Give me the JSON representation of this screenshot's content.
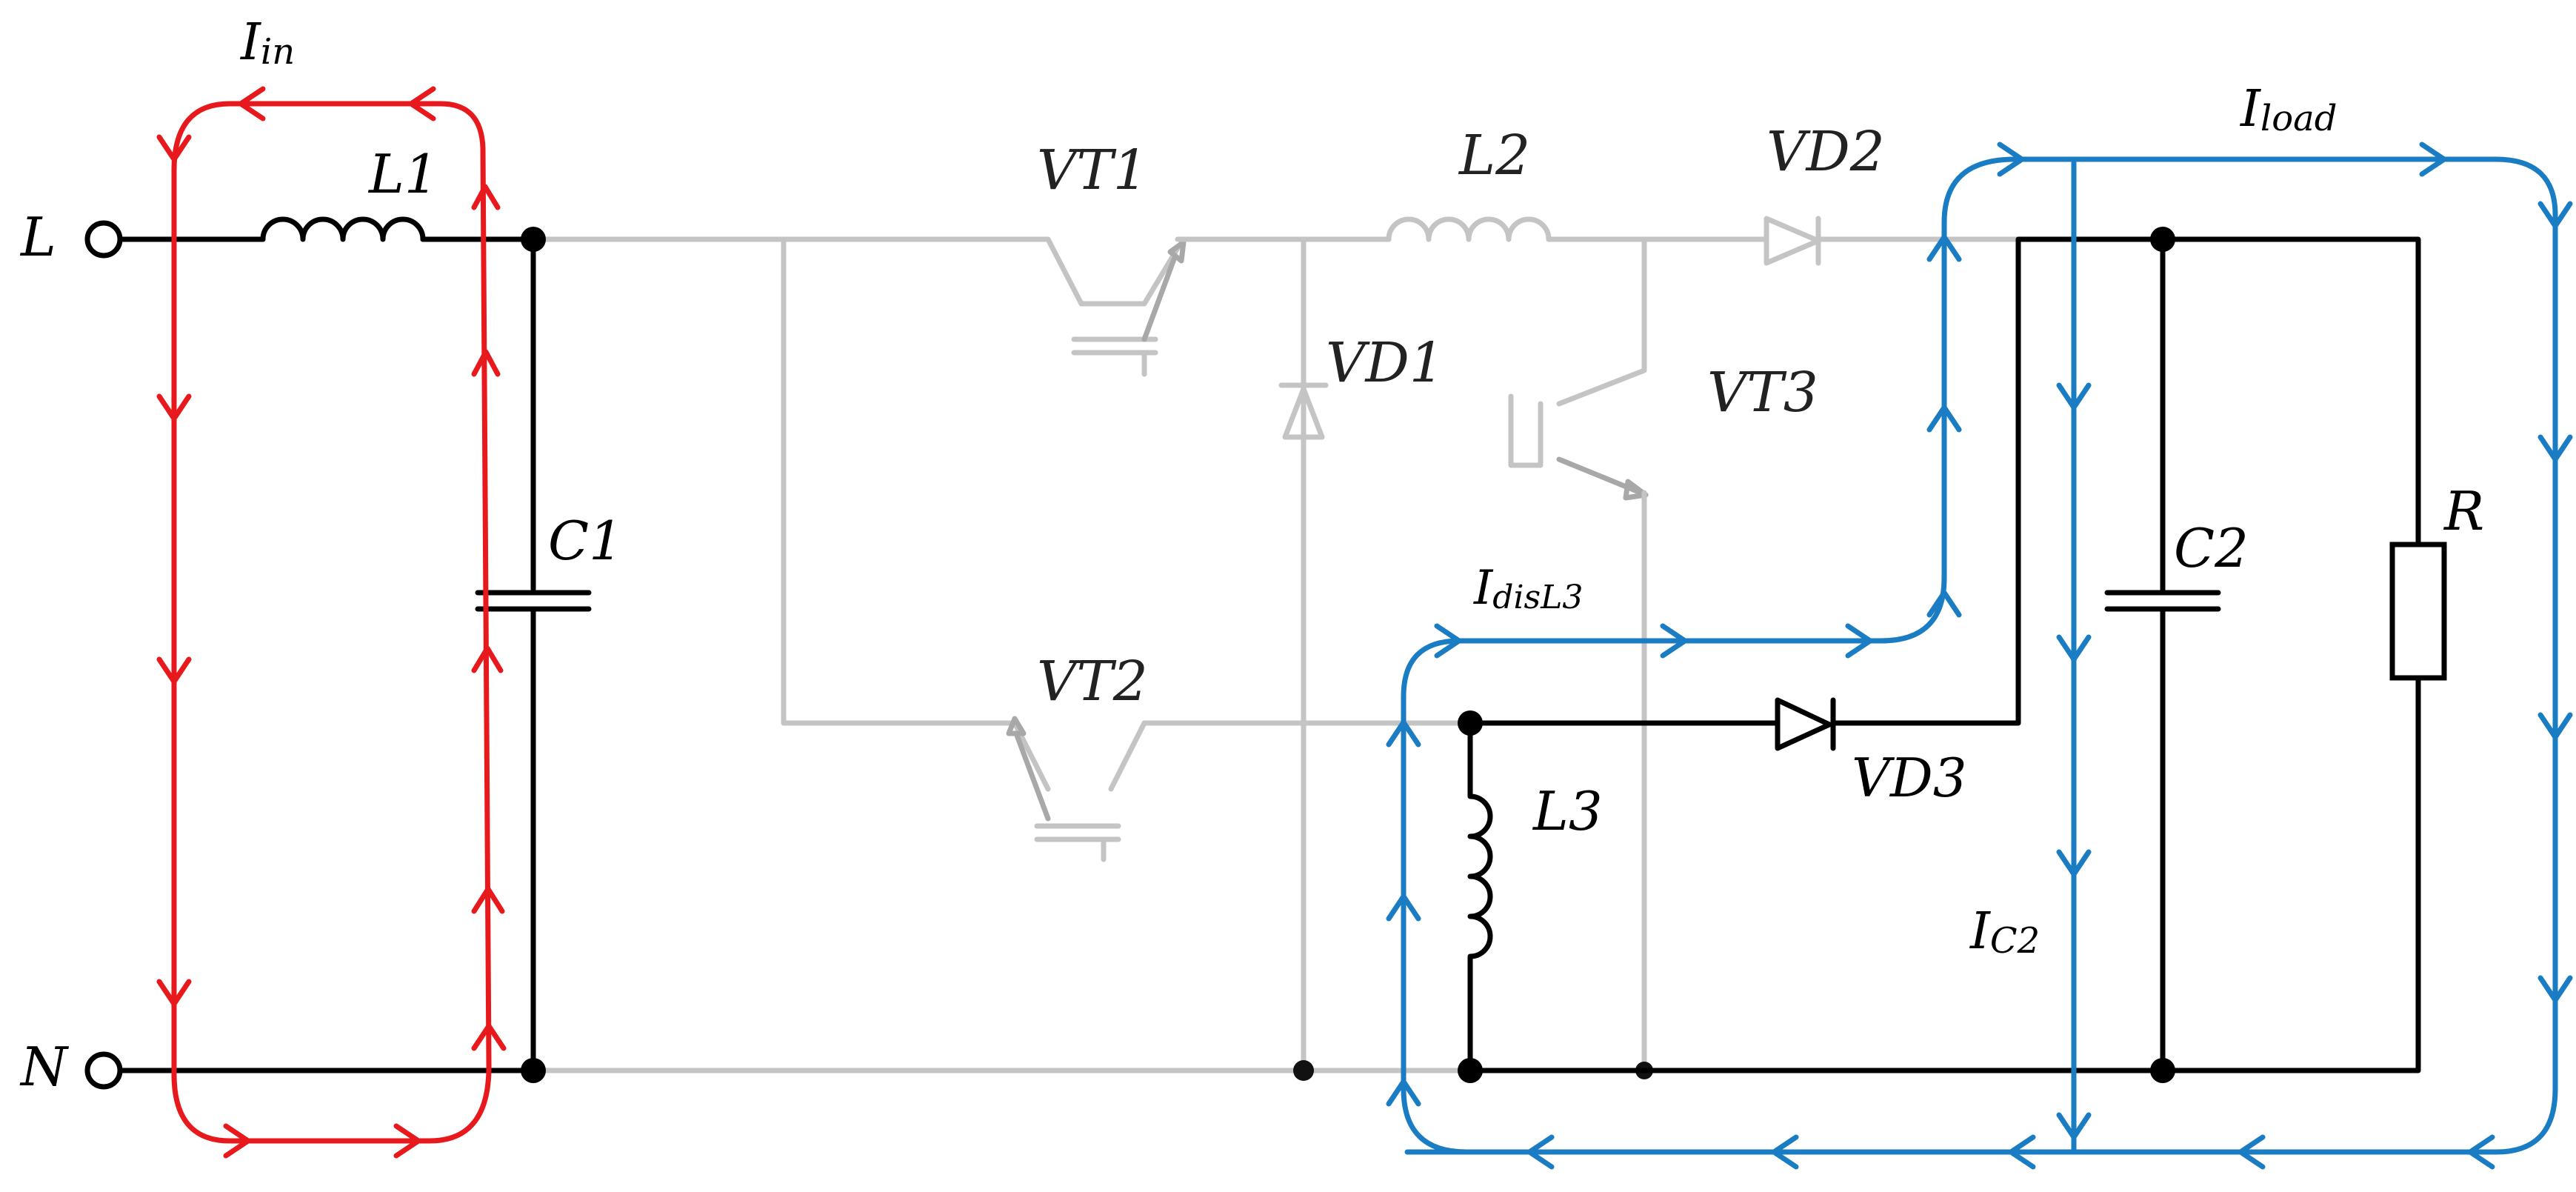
{
  "terminals": {
    "line": "L",
    "neutral": "N"
  },
  "components": {
    "L1": "L1",
    "C1": "C1",
    "VT1": "VT1",
    "VT2": "VT2",
    "VD1": "VD1",
    "L2": "L2",
    "VD2": "VD2",
    "VT3": "VT3",
    "L3": "L3",
    "VD3": "VD3",
    "C2": "C2",
    "R": "R"
  },
  "currents": {
    "in": {
      "main": "I",
      "sub": "in"
    },
    "load": {
      "main": "I",
      "sub": "load"
    },
    "disL3": {
      "main": "I",
      "sub": "disL3"
    },
    "C2": {
      "main": "I",
      "sub": "C2"
    }
  },
  "colors": {
    "input_loop": "#e8191c",
    "discharge_loop": "#1a7dc4",
    "active_wire": "#000000",
    "inactive_wire": "#c4c4c4"
  }
}
